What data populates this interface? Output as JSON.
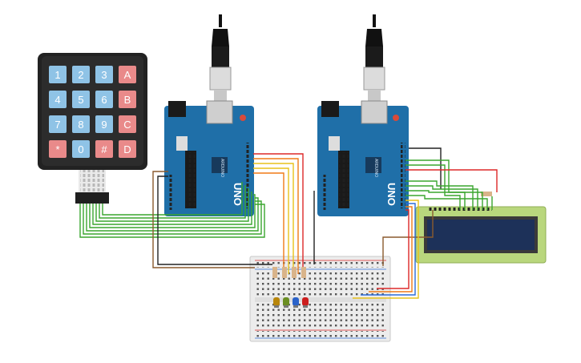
{
  "keypad": {
    "keys": [
      [
        "1",
        "2",
        "3",
        "A"
      ],
      [
        "4",
        "5",
        "6",
        "B"
      ],
      [
        "7",
        "8",
        "9",
        "C"
      ],
      [
        "*",
        "0",
        "#",
        "D"
      ]
    ]
  },
  "boards": [
    {
      "label": "UNO",
      "brand": "ARDUINO"
    },
    {
      "label": "UNO",
      "brand": "ARDUINO"
    }
  ],
  "colors": {
    "board": "#1f6fa8",
    "keypad_body": "#222222",
    "key_number": "#8fc3e6",
    "key_letter": "#e98a8a",
    "lcd_body": "#b9d77d",
    "lcd_screen": "#1d3159",
    "breadboard": "#ececec",
    "wire_green": "#3aa52f",
    "wire_orange": "#f07a16",
    "wire_yellow": "#e8c21a",
    "wire_red": "#dd2828",
    "wire_blue": "#2b6bd8",
    "wire_black": "#222222",
    "wire_brown": "#8a5a2e"
  },
  "leds": [
    {
      "color": "#b8860b"
    },
    {
      "color": "#6b8e23"
    },
    {
      "color": "#2a62c9"
    },
    {
      "color": "#cc1e1e"
    }
  ]
}
